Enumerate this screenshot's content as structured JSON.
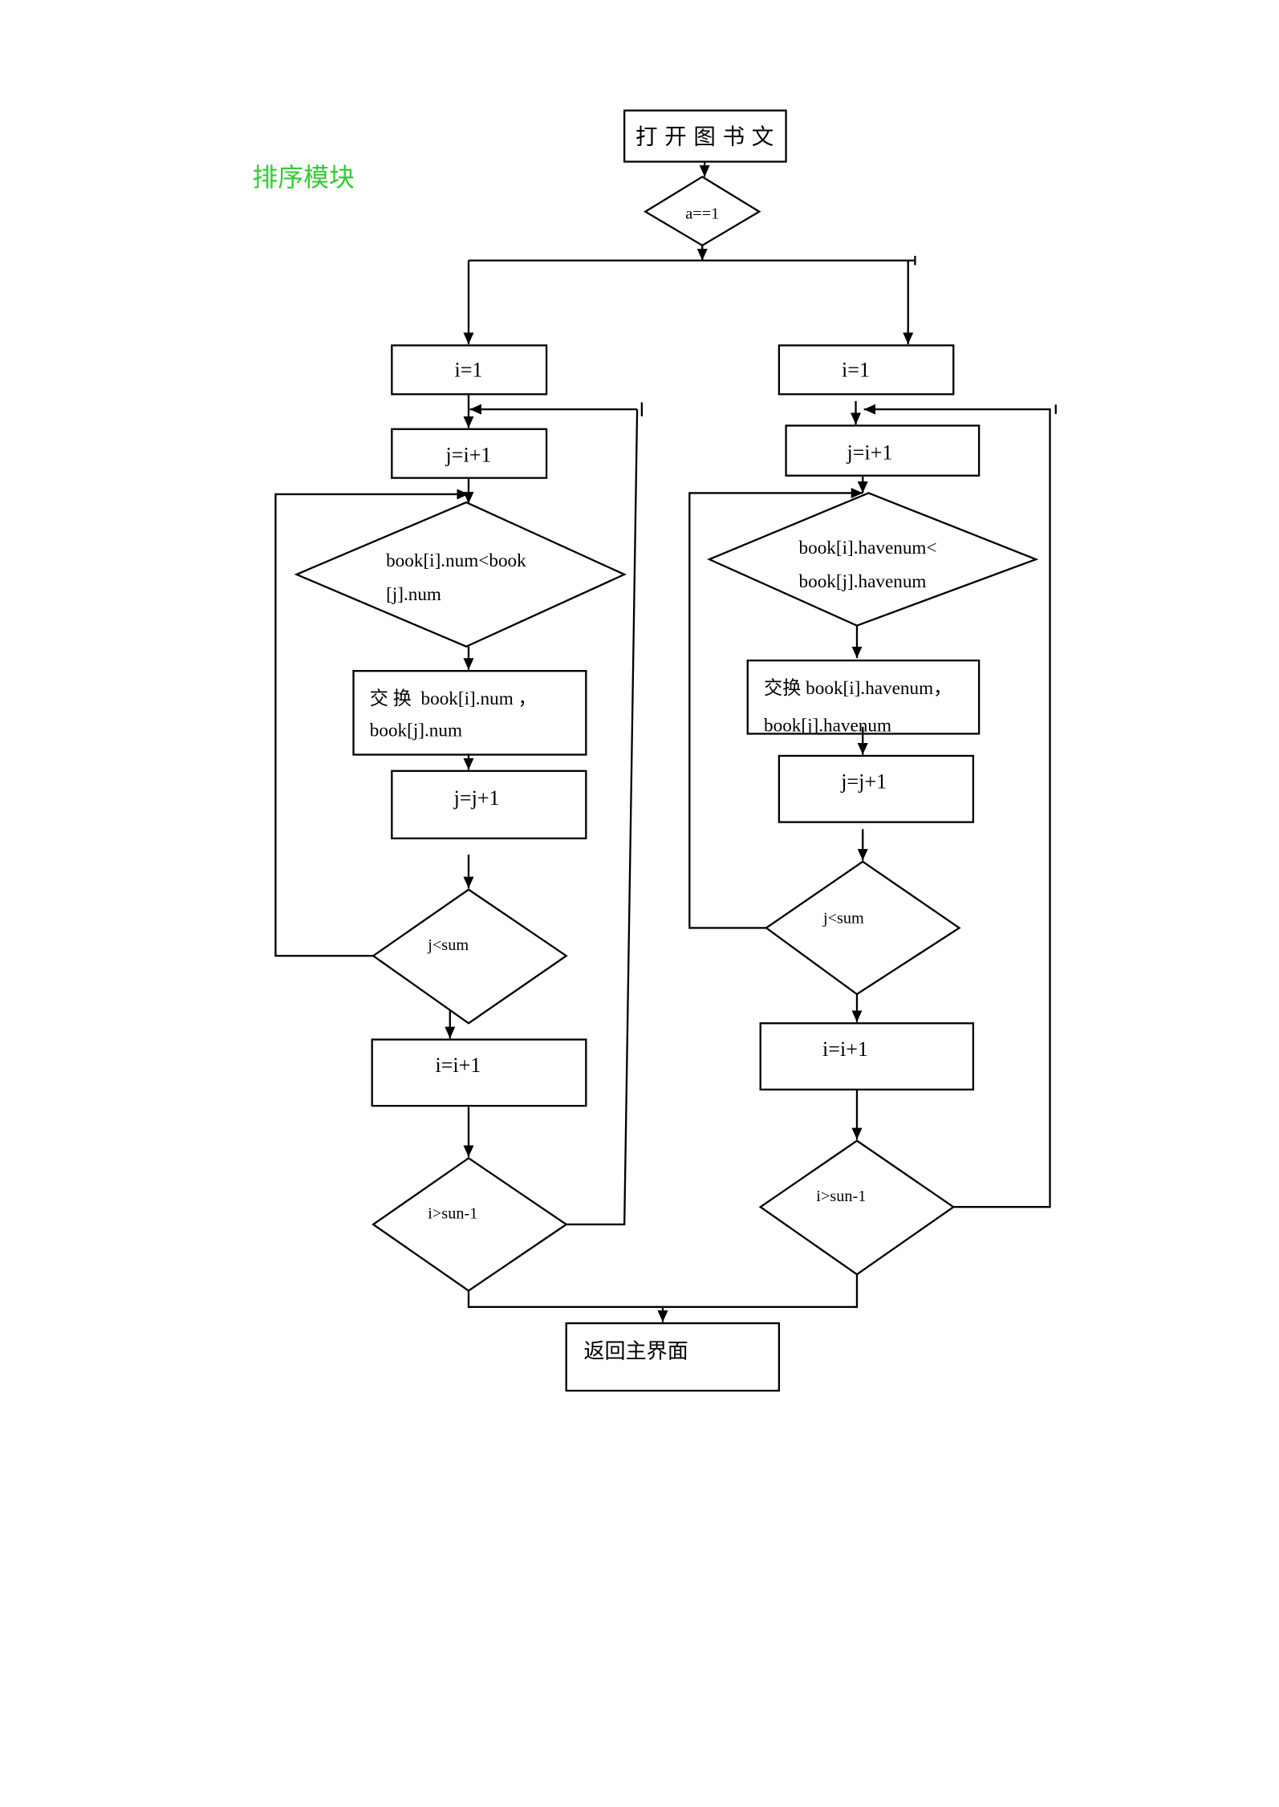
{
  "page": {
    "section_title": "排序模块"
  },
  "colors": {
    "title": "#33cc33",
    "stroke": "#000000",
    "background": "#ffffff"
  },
  "flowchart": {
    "start": "打开图书文",
    "condition_a": "a==1",
    "left": {
      "init_i": "i=1",
      "init_j": "j=i+1",
      "compare_line1": "book[i].num<book",
      "compare_line2": "[j].num",
      "swap_line1": "交 换  book[i].num ，",
      "swap_line2": "book[j].num",
      "inc_j": "j=j+1",
      "cond_j": "j<sum",
      "inc_i": "i=i+1",
      "cond_i": "i>sun-1"
    },
    "right": {
      "init_i": "i=1",
      "init_j": "j=i+1",
      "compare_line1": "book[i].havenum<",
      "compare_line2": "book[j].havenum",
      "swap_line1": "交换 book[i].havenum，",
      "swap_line2": "book[j].havenum",
      "inc_j": "j=j+1",
      "cond_j": "j<sum",
      "inc_i": "i=i+1",
      "cond_i": "i>sun-1"
    },
    "end": "返回主界面"
  }
}
